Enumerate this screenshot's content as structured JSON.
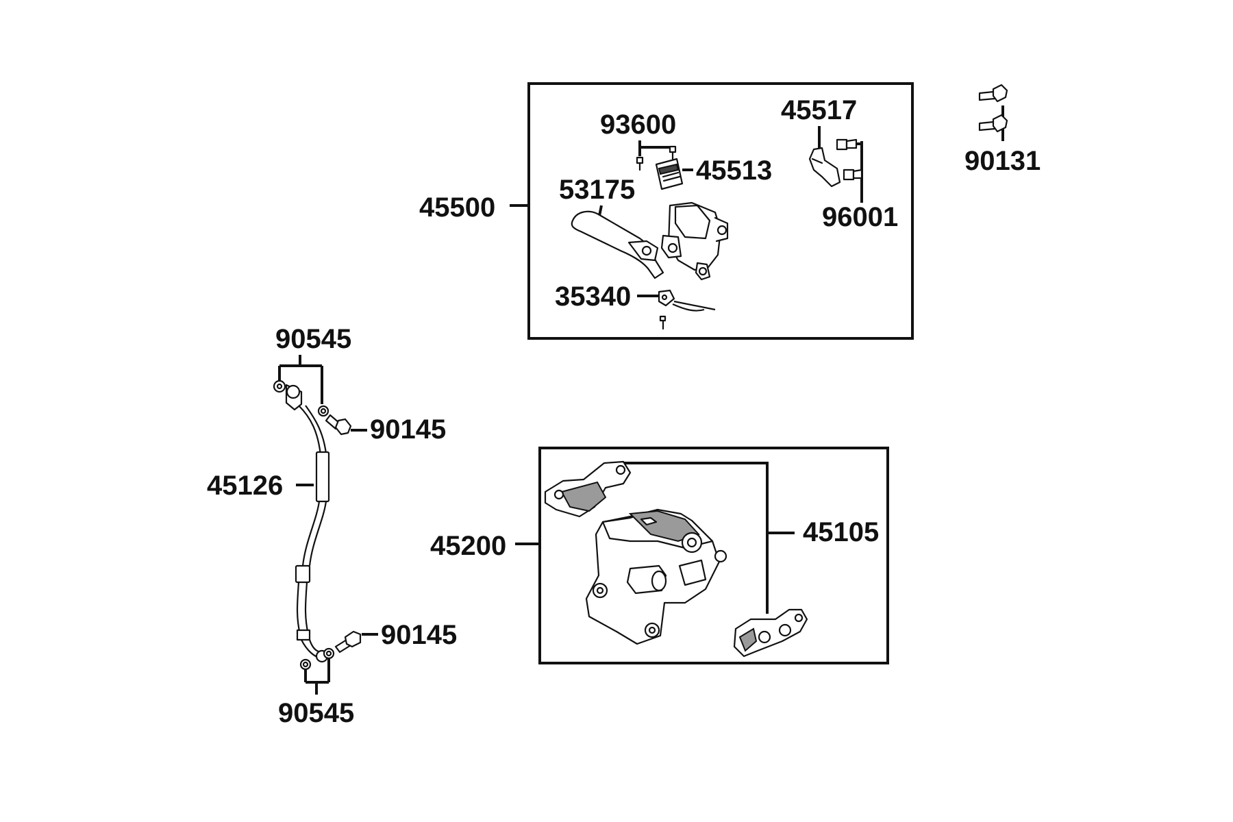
{
  "diagram": {
    "labels": {
      "master_cylinder_assy": "45500",
      "lever": "53175",
      "screws_93600": "93600",
      "reservoir_cap": "45513",
      "holder": "45517",
      "holder_bolts": "96001",
      "stop_switch": "35340",
      "mirror_bolts": "90131",
      "washers_top": "90545",
      "banjo_bolt_top": "90145",
      "brake_hose": "45126",
      "banjo_bolt_bottom": "90145",
      "washers_bottom": "90545",
      "caliper_assy": "45200",
      "brake_pads": "45105"
    }
  }
}
